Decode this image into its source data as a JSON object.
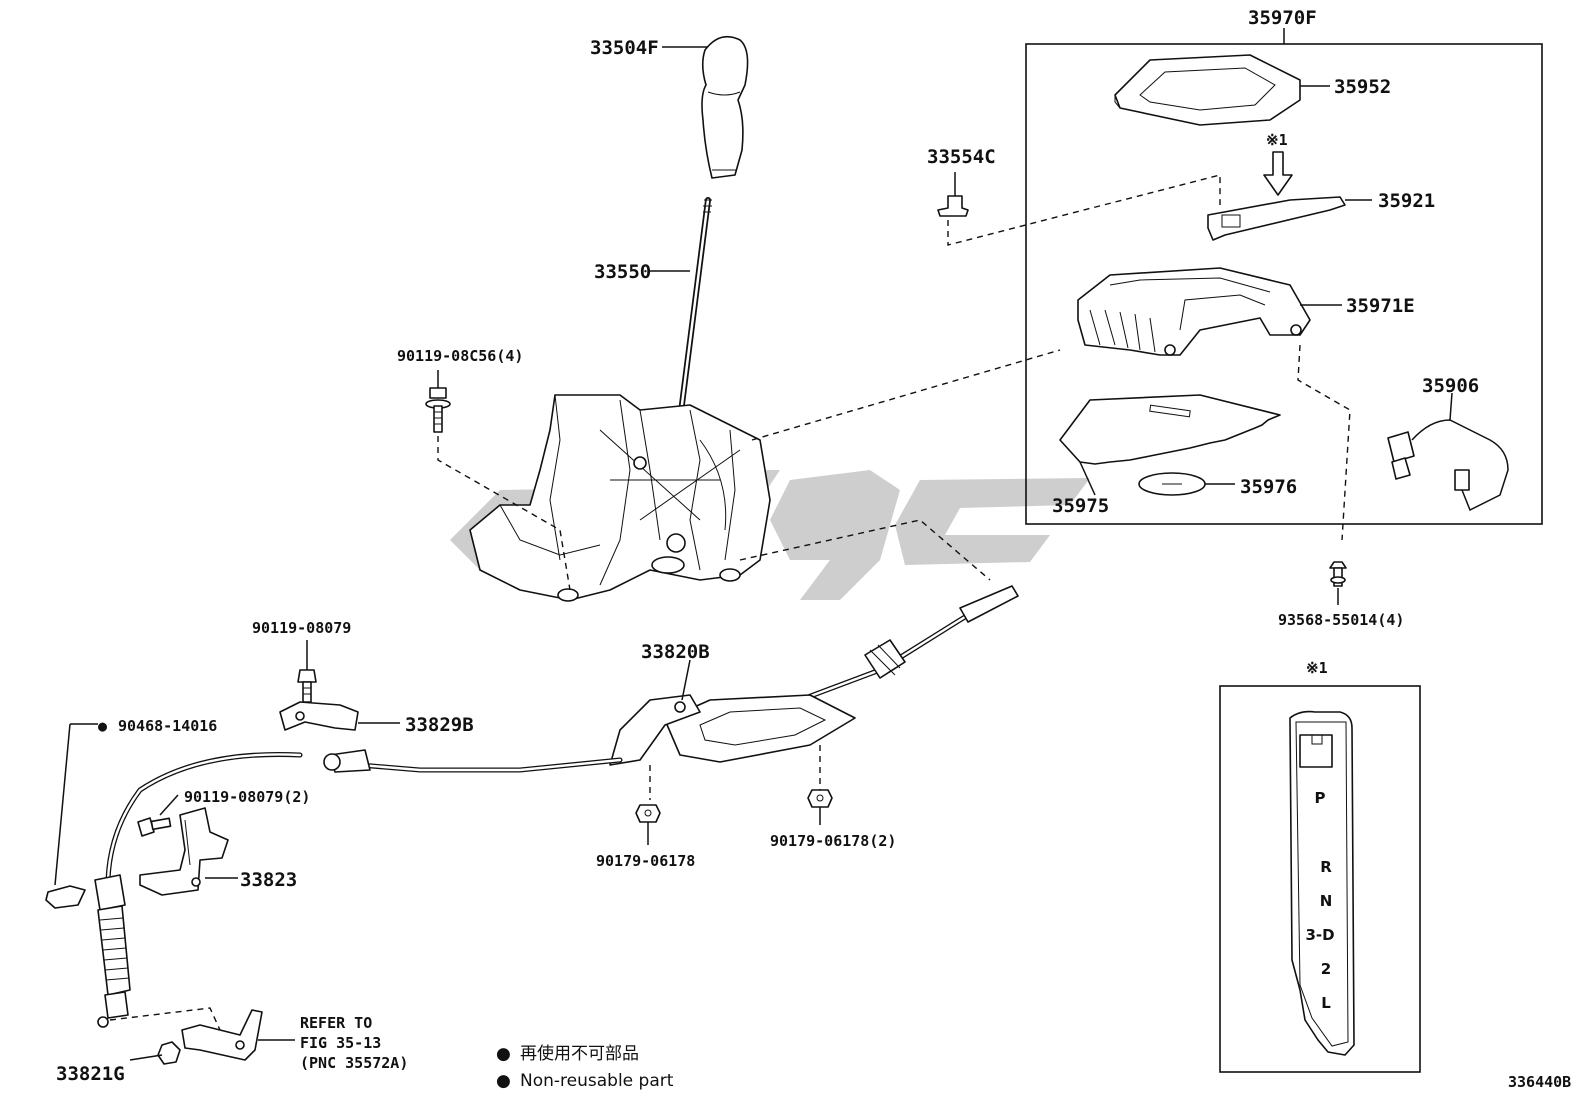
{
  "callouts": {
    "c33504F": "33504F",
    "c33550": "33550",
    "c90119_08C56": "90119-08C56(4)",
    "c33554C": "33554C",
    "c35970F": "35970F",
    "c35952": "35952",
    "c35921": "35921",
    "c35971E": "35971E",
    "c35906": "35906",
    "c35975": "35975",
    "c35976": "35976",
    "c93568": "93568-55014(4)",
    "c90119_08079_a": "90119-08079",
    "c33820B": "33820B",
    "c90468": "90468-14016",
    "c33829B": "33829B",
    "c90119_08079_b": "90119-08079(2)",
    "c33823": "33823",
    "c90179_a": "90179-06178",
    "c90179_b": "90179-06178(2)",
    "c33821G": "33821G",
    "refer_line1": "REFER TO",
    "refer_line2": "FIG 35-13",
    "refer_line3": "(PNC 35572A)"
  },
  "note_mark": "※1",
  "gate_positions": [
    "P",
    "R",
    "N",
    "3-D",
    "2",
    "L"
  ],
  "legend": {
    "symbol": "●",
    "japanese": "再使用不可部品",
    "english": "Non-reusable part"
  },
  "figure_code": "336440B"
}
